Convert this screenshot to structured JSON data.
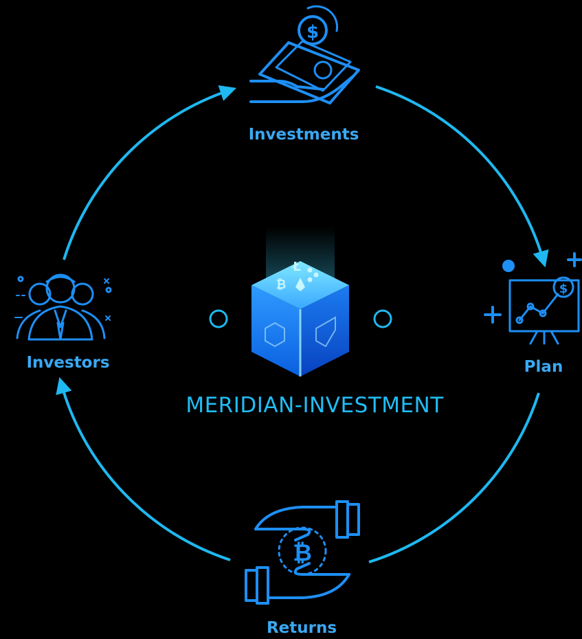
{
  "diagram": {
    "title": "MERIDIAN-INVESTMENT",
    "nodes": {
      "investments": {
        "label": "Investments",
        "icon": "cash-in-hand-icon"
      },
      "plan": {
        "label": "Plan",
        "icon": "presentation-chart-icon"
      },
      "returns": {
        "label": "Returns",
        "icon": "bitcoin-exchange-hands-icon"
      },
      "investors": {
        "label": "Investors",
        "icon": "investor-group-icon"
      }
    },
    "center_icon": "crypto-cube-icon",
    "cube_symbols": [
      "Ł",
      "₿"
    ],
    "returns_symbol": "₿",
    "plan_symbol": "$",
    "investments_symbol": "$",
    "cycle_order": [
      "Investors",
      "Investments",
      "Plan",
      "Returns"
    ]
  },
  "colors": {
    "background": "#000000",
    "cycle_line": "#1fb8f0",
    "icon_blue": "#1e8ff5",
    "label_blue": "#3aa8f2",
    "title_cyan": "#21bdf5",
    "cube_light": "#2f9bff",
    "cube_dark": "#0a4fd6"
  }
}
